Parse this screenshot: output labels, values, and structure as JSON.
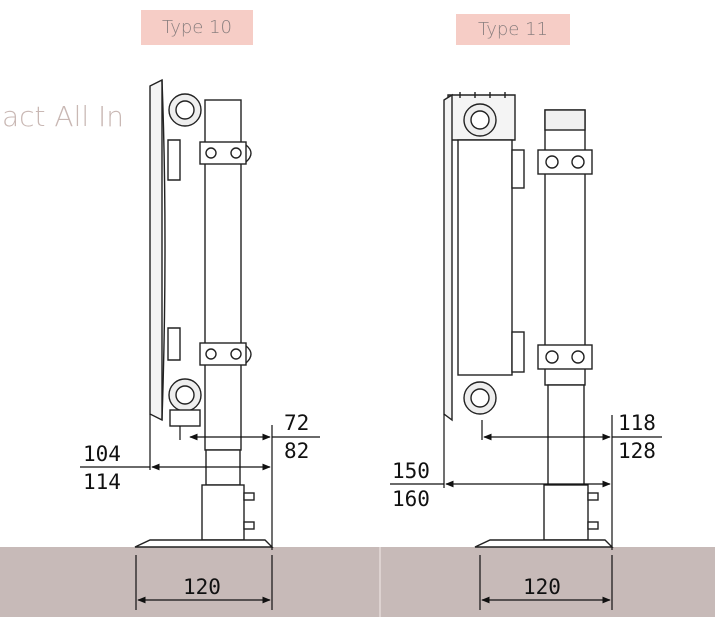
{
  "labels": {
    "type10": "Type 10",
    "type11": "Type 11",
    "partial_heading": "act All In"
  },
  "dimensions": {
    "t10_depth_top": "72",
    "t10_depth_bottom": "82",
    "t10_total_top": "104",
    "t10_total_bottom": "114",
    "t10_foot": "120",
    "t11_depth_top": "118",
    "t11_depth_bottom": "128",
    "t11_total_top": "150",
    "t11_total_bottom": "160",
    "t11_foot": "120"
  },
  "colors": {
    "label_bg": "#f6cdc6",
    "label_text": "#8a7f7f",
    "floor": "#c7bab8",
    "heading": "#c9b8b4"
  }
}
